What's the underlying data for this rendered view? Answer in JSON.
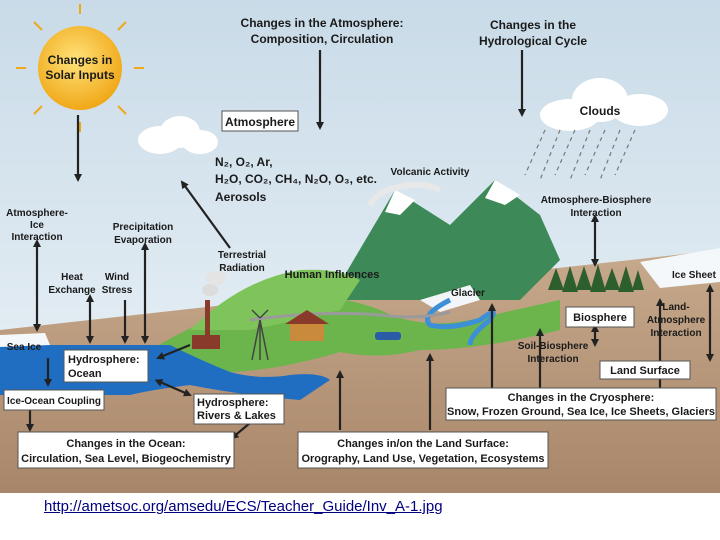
{
  "labels": {
    "solar": [
      "Changes in",
      "Solar Inputs"
    ],
    "atmos_changes": [
      "Changes in the Atmosphere:",
      "Composition, Circulation"
    ],
    "hydro_changes": [
      "Changes in the",
      "Hydrological Cycle"
    ],
    "atmosphere": "Atmosphere",
    "clouds": "Clouds",
    "gases1": "N₂, O₂, Ar,",
    "gases2": "H₂O, CO₂, CH₄, N₂O, O₃, etc.",
    "aerosols": "Aerosols",
    "volcanic": "Volcanic Activity",
    "atmos_bio": [
      "Atmosphere-Biosphere",
      "Interaction"
    ],
    "atmos_ice": [
      "Atmosphere-",
      "Ice",
      "Interaction"
    ],
    "precip": [
      "Precipitation",
      "Evaporation"
    ],
    "terrestrial": [
      "Terrestrial",
      "Radiation"
    ],
    "human": "Human Influences",
    "heat": [
      "Heat",
      "Exchange"
    ],
    "wind": [
      "Wind",
      "Stress"
    ],
    "glacier": "Glacier",
    "ice_sheet": "Ice Sheet",
    "land_atmos": [
      "Land-",
      "Atmosphere",
      "Interaction"
    ],
    "sea_ice": "Sea Ice",
    "biosphere": "Biosphere",
    "hydro_ocean": [
      "Hydrosphere:",
      "Ocean"
    ],
    "soil_bio": [
      "Soil-Biosphere",
      "Interaction"
    ],
    "land_surface": "Land Surface",
    "ice_ocean": "Ice-Ocean Coupling",
    "hydro_rivers": [
      "Hydrosphere:",
      "Rivers & Lakes"
    ],
    "cryo_changes": [
      "Changes in the Cryosphere:",
      "Snow, Frozen Ground, Sea Ice, Ice Sheets, Glaciers"
    ],
    "ocean_changes": [
      "Changes in the Ocean:",
      "Circulation, Sea Level, Biogeochemistry"
    ],
    "land_changes": [
      "Changes in/on the Land Surface:",
      "Orography, Land Use, Vegetation, Ecosystems"
    ]
  },
  "caption": "http://ametsoc.org/amsedu/ECS/Teacher_Guide/Inv_A-1.jpg",
  "colors": {
    "sky": "#dce8f1",
    "sun": "#f5b81c",
    "ocean": "#1e6fc4",
    "land_green": "#5aa84a",
    "mountain": "#3f8a5a",
    "soil": "#b8987a"
  }
}
